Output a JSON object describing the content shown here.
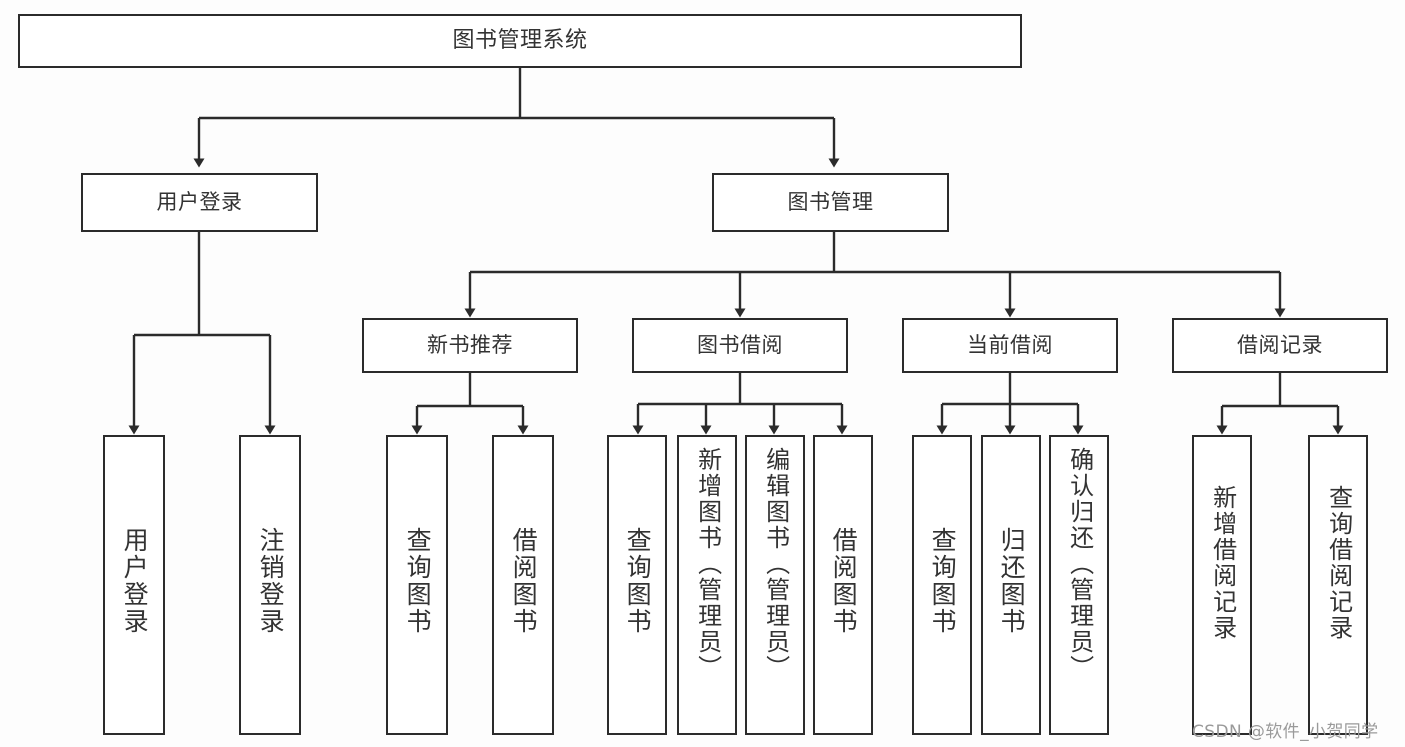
{
  "diagram": {
    "title": "图书管理系统",
    "type": "hierarchy-tree",
    "stroke_color": "#2b2b2b",
    "node_fill": "#ffffff",
    "text_color": "#333333",
    "background": "#fdfdfd"
  },
  "nodes": {
    "root": {
      "label": "图书管理系统"
    },
    "level2": [
      {
        "label": "用户登录"
      },
      {
        "label": "图书管理"
      }
    ],
    "level3": [
      {
        "label": "新书推荐"
      },
      {
        "label": "图书借阅"
      },
      {
        "label": "当前借阅"
      },
      {
        "label": "借阅记录"
      }
    ],
    "leaves_login": [
      {
        "label": "用户登录"
      },
      {
        "label": "注销登录"
      }
    ],
    "leaves_recommend": [
      {
        "label": "查询图书"
      },
      {
        "label": "借阅图书"
      }
    ],
    "leaves_borrow": [
      {
        "label": "查询图书"
      },
      {
        "label": "新增图书（管理员）"
      },
      {
        "label": "编辑图书（管理员）"
      },
      {
        "label": "借阅图书"
      }
    ],
    "leaves_current": [
      {
        "label": "查询图书"
      },
      {
        "label": "归还图书"
      },
      {
        "label": "确认归还（管理员）"
      }
    ],
    "leaves_records": [
      {
        "label": "新增借阅记录"
      },
      {
        "label": "查询借阅记录"
      }
    ]
  },
  "watermark": {
    "text": "CSDN @软件_小贺同学"
  }
}
